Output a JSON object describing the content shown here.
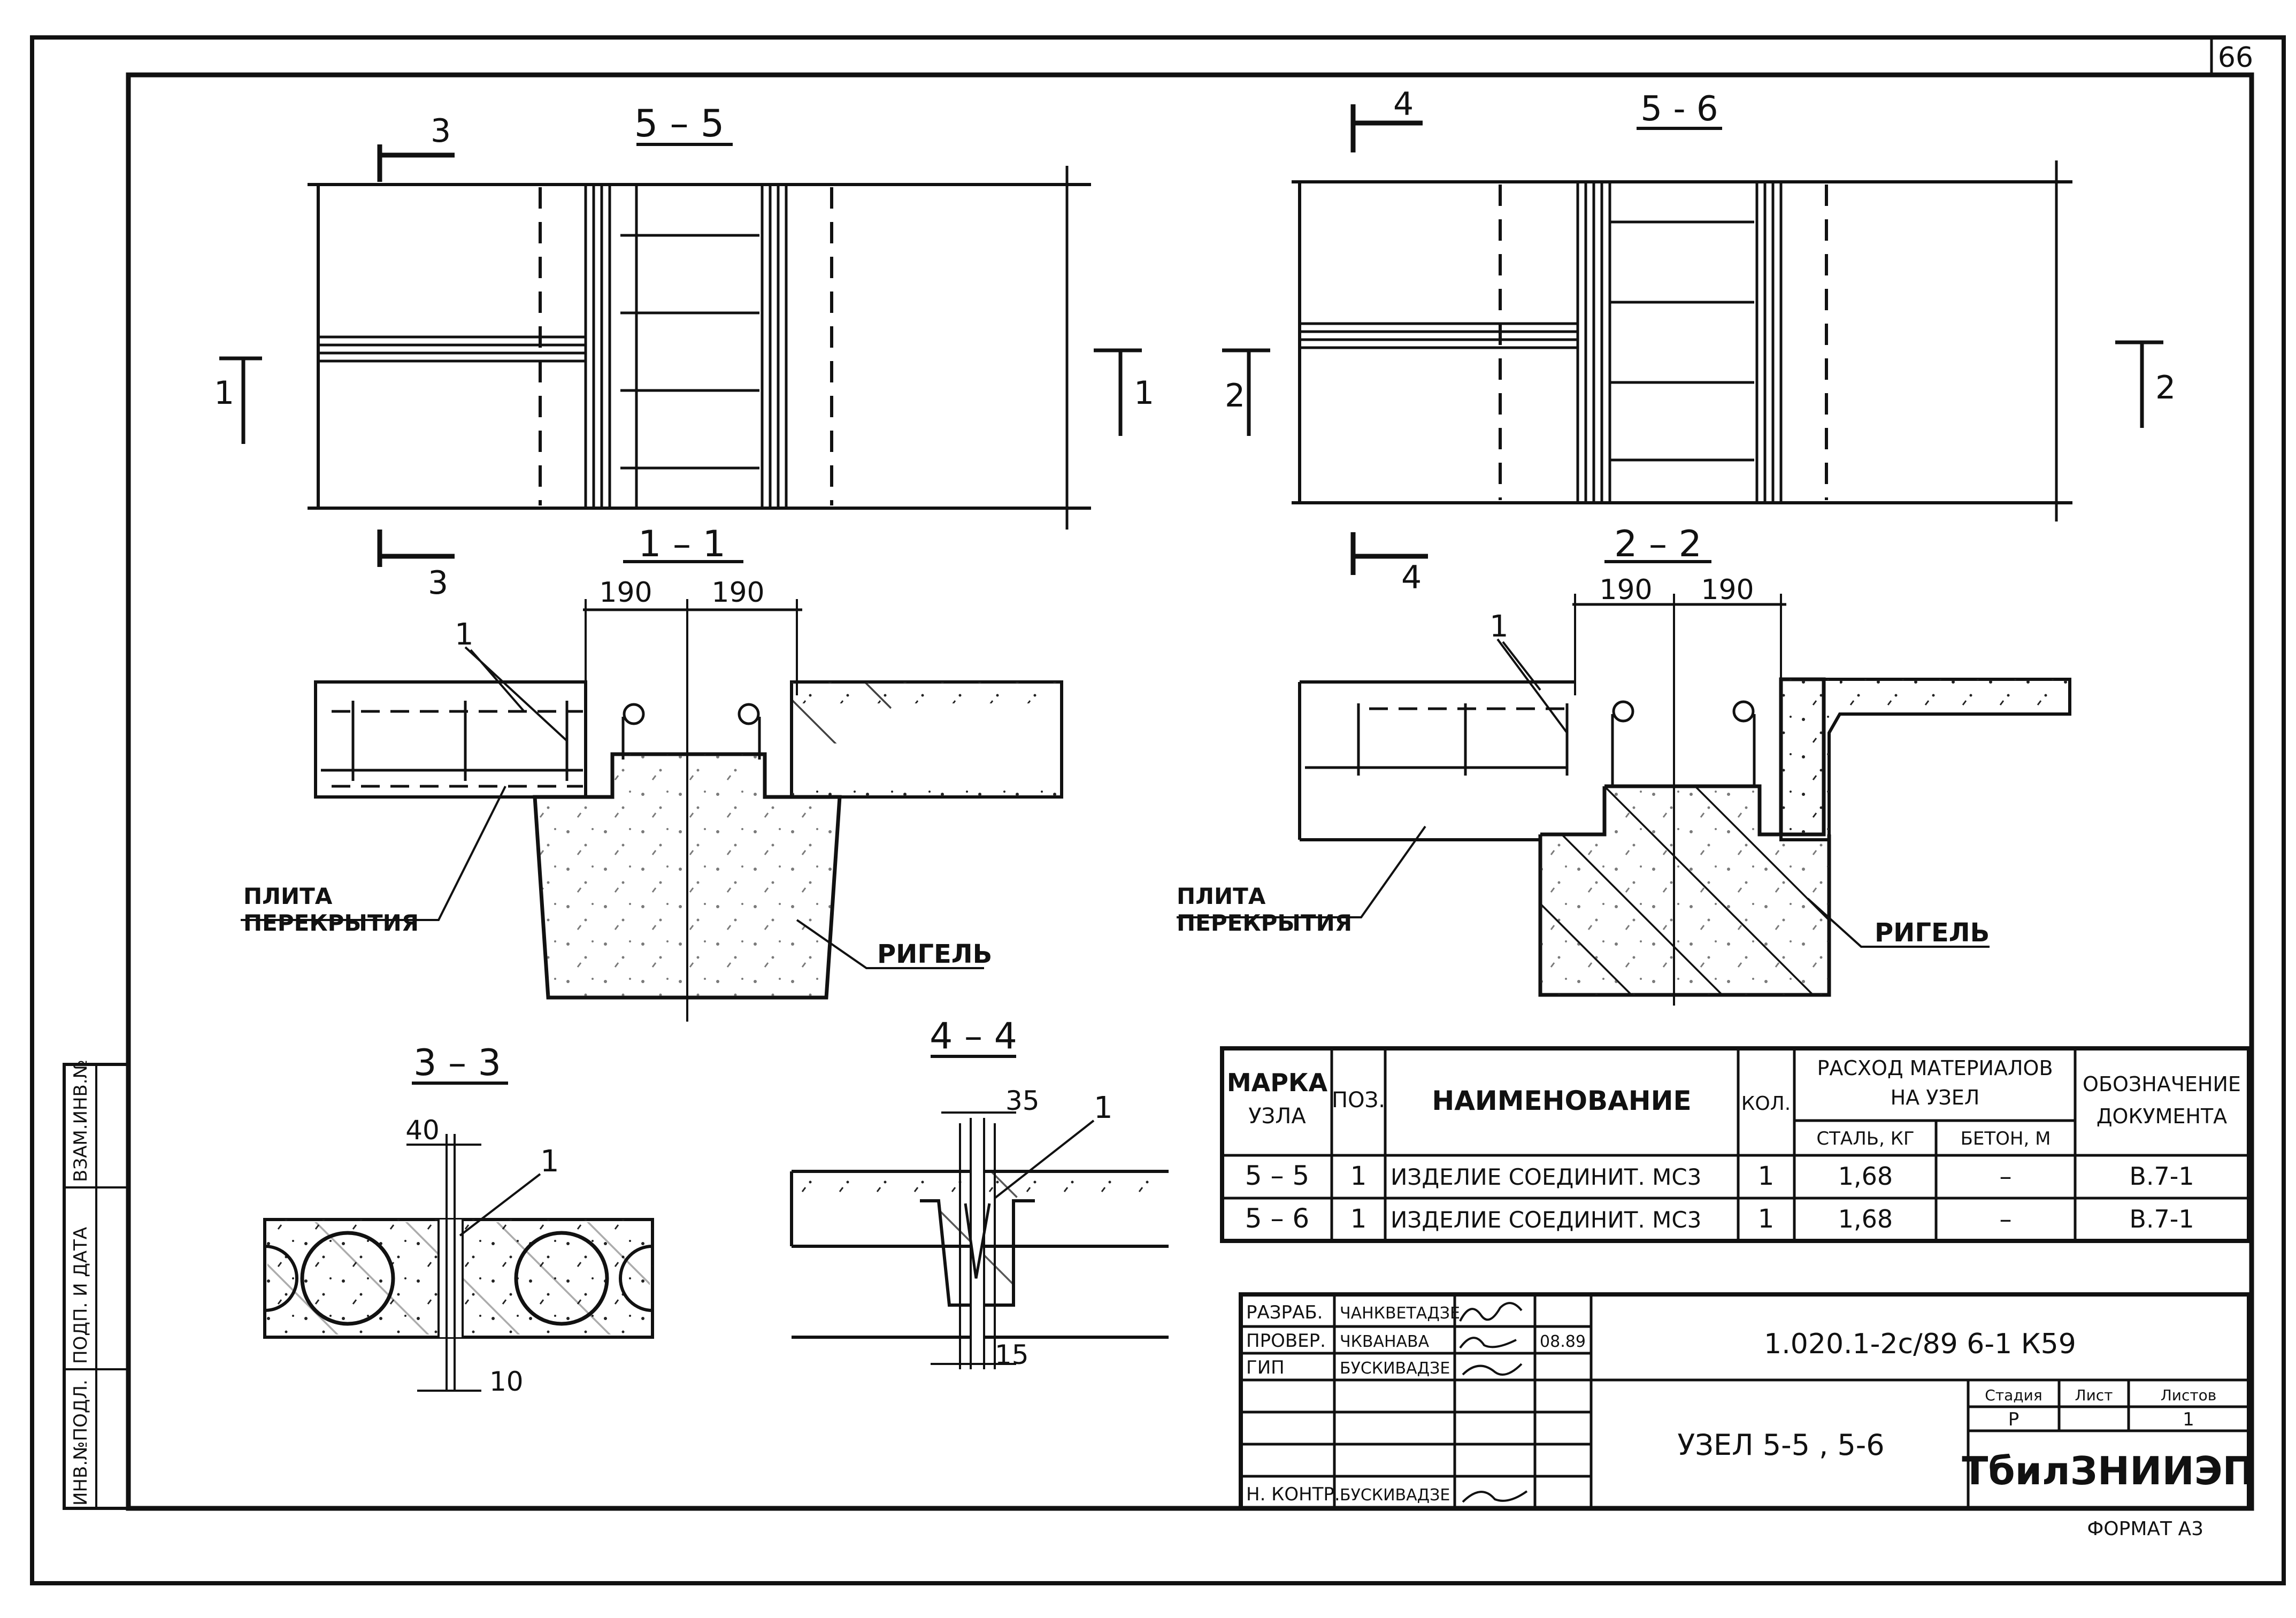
{
  "sheet": {
    "number": "66",
    "format_label": "ФОРМАТ А3",
    "side_stamp": [
      "ИНВ.№ПОДЛ.",
      "ПОДП. И ДАТА",
      "ВЗАМ.ИНВ.№"
    ]
  },
  "views": {
    "plan_5_5": {
      "title": "5 – 5",
      "cut_top": "3",
      "cut_bottom": "3",
      "cut_left": "1",
      "cut_right": "1"
    },
    "plan_5_6": {
      "title": "5 - 6",
      "cut_top": "4",
      "cut_bottom": "4",
      "cut_left": "2",
      "cut_right": "2"
    },
    "section_1_1": {
      "title": "1 – 1",
      "dim_left": "190",
      "dim_right": "190",
      "pos_label": "1",
      "slab_label_1": "ПЛИТА",
      "slab_label_2": "ПЕРЕКРЫТИЯ",
      "beam_label": "РИГЕЛЬ"
    },
    "section_2_2": {
      "title": "2 – 2",
      "dim_left": "190",
      "dim_right": "190",
      "pos_label": "1",
      "slab_label_1": "ПЛИТА",
      "slab_label_2": "ПЕРЕКРЫТИЯ",
      "beam_label": "РИГЕЛЬ"
    },
    "section_3_3": {
      "title": "3 – 3",
      "dim_top": "40",
      "dim_bottom": "10",
      "pos_label": "1"
    },
    "section_4_4": {
      "title": "4 – 4",
      "dim_top": "35",
      "dim_bottom": "15",
      "pos_label": "1"
    }
  },
  "spec_table": {
    "headers": {
      "mark": "МАРКА УЗЛА",
      "mark_1": "МАРКА",
      "mark_2": "УЗЛА",
      "pos": "ПОЗ.",
      "name": "НАИМЕНОВАНИЕ",
      "qty": "КОЛ.",
      "materials": "РАСХОД МАТЕРИАЛОВ НА УЗЕЛ",
      "materials_1": "РАСХОД МАТЕРИАЛОВ",
      "materials_2": "НА УЗЕЛ",
      "steel": "СТАЛЬ, КГ",
      "concrete": "БЕТОН, М",
      "doc": "ОБОЗНАЧЕНИЕ ДОКУМЕНТА",
      "doc_1": "ОБОЗНАЧЕНИЕ",
      "doc_2": "ДОКУМЕНТА"
    },
    "rows": [
      {
        "mark": "5 – 5",
        "pos": "1",
        "name": "ИЗДЕЛИЕ СОЕДИНИТ. МС3",
        "qty": "1",
        "steel": "1,68",
        "concrete": "–",
        "doc": "В.7-1"
      },
      {
        "mark": "5 – 6",
        "pos": "1",
        "name": "ИЗДЕЛИЕ СОЕДИНИТ. МС3",
        "qty": "1",
        "steel": "1,68",
        "concrete": "–",
        "doc": "В.7-1"
      }
    ]
  },
  "title_block": {
    "roles": [
      "РАЗРАБ.",
      "ПРОВЕР.",
      "ГИП",
      "",
      "",
      "",
      "Н. КОНТР."
    ],
    "names": [
      "ЧАНКВЕТАДЗЕ",
      "ЧКВАНАВА",
      "БУСКИВАДЗЕ",
      "",
      "",
      "",
      "БУСКИВАДЗЕ"
    ],
    "date": "08.89",
    "code": "1.020.1-2с/89   6-1   К59",
    "node_title": "УЗЕЛ 5-5 ,  5-6",
    "stage_label": "Стадия",
    "sheet_label": "Лист",
    "sheets_label": "Листов",
    "stage_value": "Р",
    "sheets_value": "1",
    "org": "ТбилЗНИИЭП"
  }
}
